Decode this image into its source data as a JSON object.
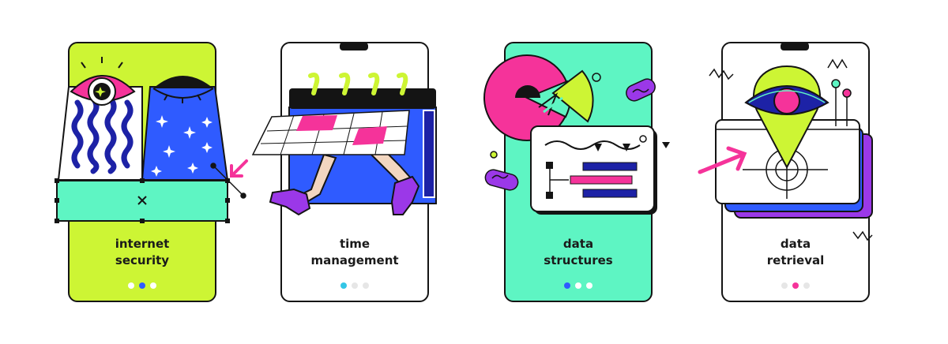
{
  "colors": {
    "lime": "#cdf534",
    "mint": "#5ef5c3",
    "magenta": "#f5339a",
    "royal_blue": "#2f5bff",
    "navy": "#1d22a6",
    "purple": "#9b38e8",
    "cyan": "#33c6e6",
    "dot_inactive": "#e6e6e6",
    "outline": "#141414",
    "white": "#ffffff"
  },
  "cards": [
    {
      "id": "internet-security",
      "title_lines": [
        "internet",
        "security"
      ],
      "background": "#cdf534",
      "active_dot": 1,
      "active_color": "#2f5bff",
      "dot_colors": [
        "#ffffff",
        "#2f5bff",
        "#ffffff"
      ],
      "icons": [
        "eye-icon",
        "closed-eye-icon",
        "sparkle-icon",
        "pink-arrow-icon",
        "close-icon"
      ]
    },
    {
      "id": "time-management",
      "title_lines": [
        "time",
        "management"
      ],
      "background": "#ffffff",
      "active_dot": 0,
      "active_color": "#33c6e6",
      "dot_colors": [
        "#33c6e6",
        "#e6e6e6",
        "#e6e6e6"
      ],
      "icons": [
        "calendar-icon",
        "shoe-icon"
      ]
    },
    {
      "id": "data-structures",
      "title_lines": [
        "data",
        "structures"
      ],
      "background": "#5ef5c3",
      "active_dot": 0,
      "active_color": "#2f5bff",
      "dot_colors": [
        "#2f5bff",
        "#ffffff",
        "#ffffff"
      ],
      "icons": [
        "pie-chart-icon",
        "browser-window-icon",
        "pill-icon"
      ]
    },
    {
      "id": "data-retrieval",
      "title_lines": [
        "data",
        "retrieval"
      ],
      "background": "#ffffff",
      "active_dot": 1,
      "active_color": "#f5339a",
      "dot_colors": [
        "#e6e6e6",
        "#f5339a",
        "#e6e6e6"
      ],
      "icons": [
        "location-pin-eye-icon",
        "crosshair-icon",
        "pink-arrow-icon"
      ]
    }
  ]
}
